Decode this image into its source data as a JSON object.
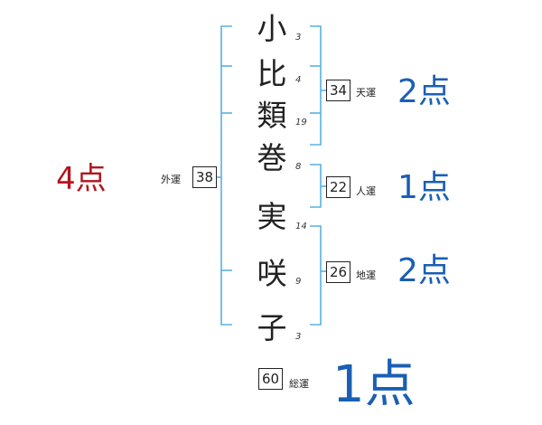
{
  "surname": [
    {
      "char": "小",
      "strokes": "3"
    },
    {
      "char": "比",
      "strokes": "4"
    },
    {
      "char": "類",
      "strokes": "19"
    },
    {
      "char": "巻",
      "strokes": "8"
    }
  ],
  "given": [
    {
      "char": "実",
      "strokes": "14"
    },
    {
      "char": "咲",
      "strokes": "9"
    },
    {
      "char": "子",
      "strokes": "3"
    }
  ],
  "gaiun": {
    "label": "外運",
    "value": "38",
    "score": "4点"
  },
  "tenun": {
    "label": "天運",
    "value": "34",
    "score": "2点"
  },
  "jinun": {
    "label": "人運",
    "value": "22",
    "score": "1点"
  },
  "chiun": {
    "label": "地運",
    "value": "26",
    "score": "2点"
  },
  "souun": {
    "label": "総運",
    "value": "60",
    "score": "1点"
  },
  "colors": {
    "bracket": "#5ab0e0",
    "score_blue": "#1a5fb4",
    "score_red": "#b3151e"
  }
}
